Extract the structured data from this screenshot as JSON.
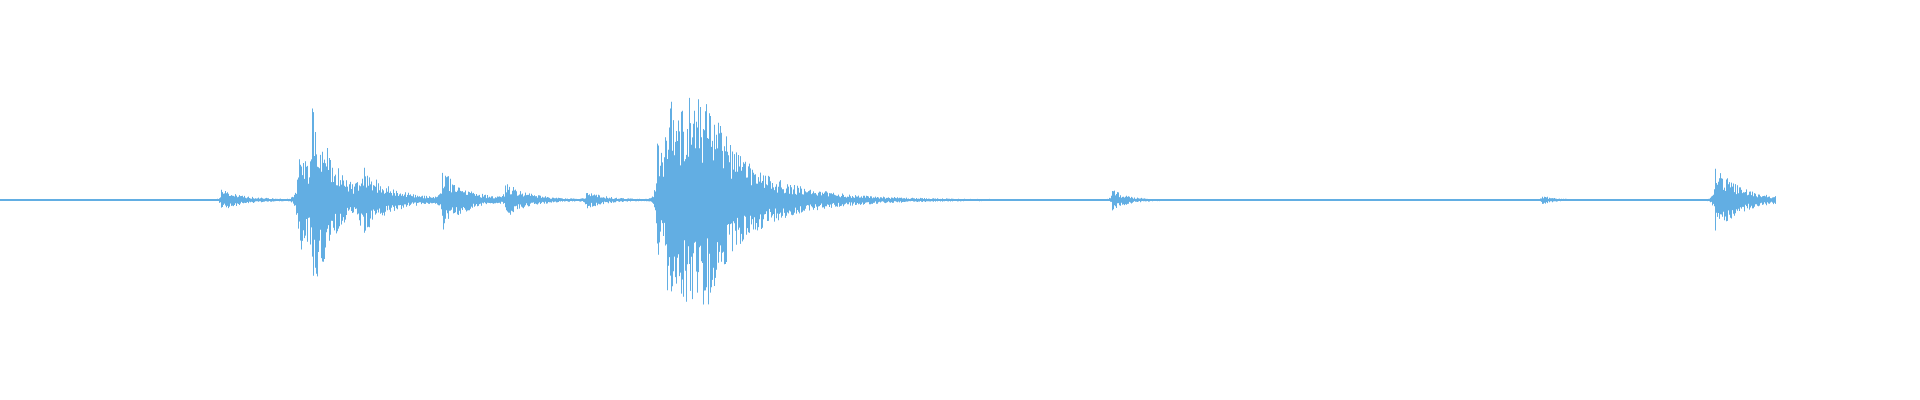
{
  "waveform": {
    "color": "#62aee3",
    "background": "#ffffff",
    "duration_fraction_with_audio": 0.925,
    "bursts": [
      {
        "pos": 0.115,
        "peak": 0.1,
        "decay": 0.012
      },
      {
        "pos": 0.155,
        "peak": 0.55,
        "decay": 0.01
      },
      {
        "pos": 0.162,
        "peak": 0.75,
        "decay": 0.012
      },
      {
        "pos": 0.187,
        "peak": 0.25,
        "decay": 0.016
      },
      {
        "pos": 0.23,
        "peak": 0.28,
        "decay": 0.012
      },
      {
        "pos": 0.263,
        "peak": 0.15,
        "decay": 0.012
      },
      {
        "pos": 0.305,
        "peak": 0.08,
        "decay": 0.01
      },
      {
        "pos": 0.342,
        "peak": 0.55,
        "decay": 0.01
      },
      {
        "pos": 0.347,
        "peak": 0.95,
        "decay": 0.014
      },
      {
        "pos": 0.355,
        "peak": 0.7,
        "decay": 0.01
      },
      {
        "pos": 0.362,
        "peak": 0.72,
        "decay": 0.03
      },
      {
        "pos": 0.579,
        "peak": 0.1,
        "decay": 0.008
      },
      {
        "pos": 0.803,
        "peak": 0.04,
        "decay": 0.006
      },
      {
        "pos": 0.893,
        "peak": 0.32,
        "decay": 0.014
      }
    ]
  }
}
